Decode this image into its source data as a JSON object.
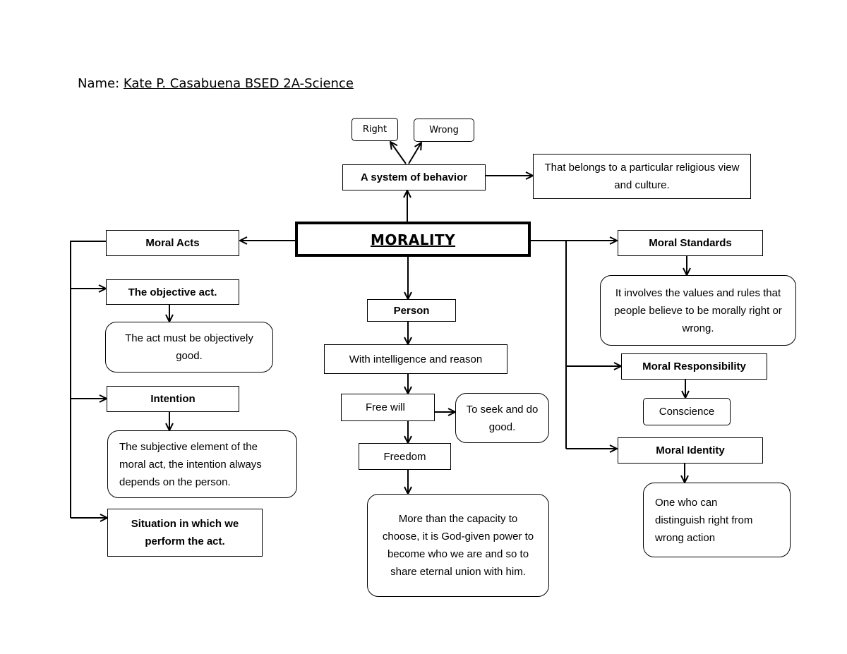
{
  "header": {
    "name_label": "Name:",
    "name_value": "Kate P. Casabuena BSED 2A-Science"
  },
  "center": {
    "title": "MORALITY",
    "right": "Right",
    "wrong": "Wrong",
    "system": "A system of behavior",
    "belongs": "That belongs to a particular religious view and culture.",
    "person": "Person",
    "intelligence": "With intelligence and reason",
    "free_will": "Free will",
    "seek_good": "To seek and do good.",
    "freedom": "Freedom",
    "freedom_desc": "More than the capacity to choose, it is God-given power to become who we are and so to share eternal union with him."
  },
  "left": {
    "moral_acts": "Moral Acts",
    "objective_act": "The objective act.",
    "objective_desc": "The act must be objectively good.",
    "intention": "Intention",
    "intention_desc": "The subjective element of the moral act, the intention always depends on the person.",
    "situation": "Situation in which we perform the act."
  },
  "right": {
    "moral_standards": "Moral Standards",
    "standards_desc": "It involves the values and rules that people believe to be morally right or wrong.",
    "moral_responsibility": "Moral Responsibility",
    "conscience": "Conscience",
    "moral_identity": "Moral Identity",
    "identity_desc": "One who can distinguish right from wrong action"
  }
}
